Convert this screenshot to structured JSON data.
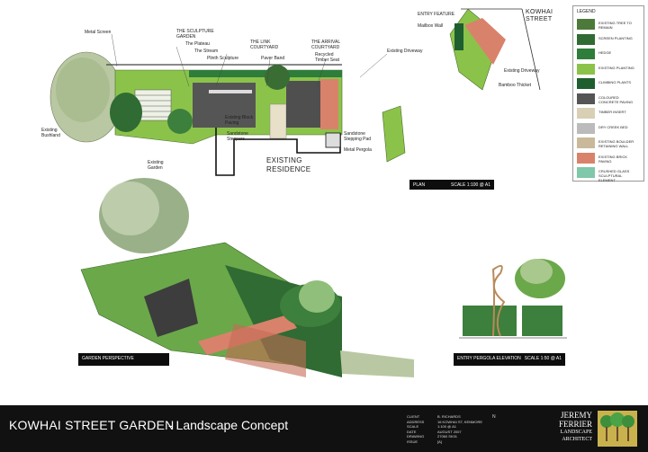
{
  "plan_labels": {
    "metal_screen": "Metal Screen",
    "sculpture_garden": "THE SCULPTURE\nGARDEN",
    "plateau": "The Plateau",
    "stream": "The Stream",
    "plinth": "Plinth Sculpture",
    "link_courtyard": "THE LINK\nCOURTYARD",
    "paver_band": "Paver Band",
    "arrival_courtyard": "THE ARRIVAL\nCOURTYARD",
    "recycled_timber": "Recycled\nTimber Seat",
    "existing_driveway": "Existing Driveway",
    "existing_bushland": "Existing\nBushland",
    "existing_block_paving": "Existing Block\nPaving",
    "sandstone_steppers": "Sandstone\nSteppers",
    "existing_garden": "Existing\nGarden",
    "existing_residence": "EXISTING\nRESIDENCE",
    "sandstone_stepping_pad": "Sandstone\nStepping Pad",
    "metal_pergola": "Metal Pergola",
    "entry_feature": "ENTRY FEATURE",
    "mailbox_wall": "Mailbox Wall",
    "kowhai_street": "KOWHAI\nSTREET",
    "existing_driveway_2": "Existing Driveway",
    "bamboo_thicket": "Bamboo Thicket"
  },
  "captions": {
    "plan": {
      "title": "PLAN",
      "scale": "SCALE 1:100 @ A1"
    },
    "perspective": {
      "title": "GARDEN PERSPECTIVE",
      "scale": ""
    },
    "pergola": {
      "title": "ENTRY PERGOLA ELEVATION",
      "scale": "SCALE 1:50 @ A1"
    }
  },
  "legend": {
    "title": "LEGEND",
    "items": [
      {
        "label": "EXISTING TREE TO REMAIN",
        "color": "#4d7a3a"
      },
      {
        "label": "SCREEN PLANTING",
        "color": "#2f6b32"
      },
      {
        "label": "HEDGE",
        "color": "#2e7d3a"
      },
      {
        "label": "EXISTING PLANTING",
        "color": "#8bc34a"
      },
      {
        "label": "CLIMBING PLANTS",
        "color": "#1f5e2f"
      },
      {
        "label": "COLOURED CONCRETE PAVING",
        "color": "#555555"
      },
      {
        "label": "TIMBER INSERT",
        "color": "#d8cfb5"
      },
      {
        "label": "DRY CREEK BED",
        "color": "#bbbbbb"
      },
      {
        "label": "EXISTING BOULDER RETAINING WALL",
        "color": "#c9b99a"
      },
      {
        "label": "EXISTING BRICK PAVING",
        "color": "#d9826b"
      },
      {
        "label": "CRUSHED GLASS SCULPTURAL ELEMENT",
        "color": "#7fc8a9"
      }
    ]
  },
  "footer": {
    "title": "KOWHAI STREET GARDEN",
    "subtitle": "- Landscape Concept",
    "info_keys": [
      "CLIENT",
      "ADDRESS",
      "SCALE",
      "DATE",
      "DRAWING",
      "ISSUE"
    ],
    "info_values": [
      "B. RICHARDS",
      "16 KOWHAI ST, KENMORE",
      "1:100 @ A1",
      "AUGUST 2007",
      "27060   SK01",
      "[A]"
    ],
    "north": "N",
    "firm_lines": [
      "JEREMY",
      "FERRIER",
      "LANDSCAPE",
      "ARCHITECT"
    ]
  }
}
